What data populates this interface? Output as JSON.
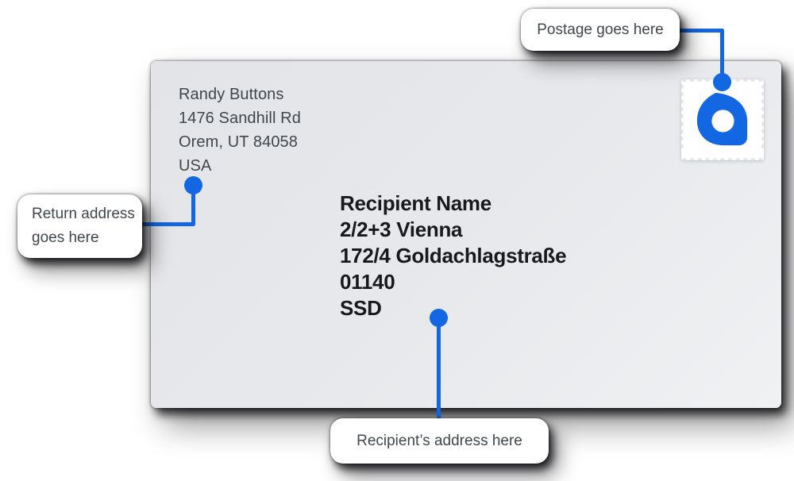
{
  "colors": {
    "accent": "#1467e2",
    "envelope_background": "#e6e8ea",
    "stamp_background": "#ffffff",
    "callout_background": "#ffffff",
    "text_regular": "#41464d",
    "text_bold": "#17191d",
    "page_background": "#ffffff"
  },
  "envelope": {
    "return_address": {
      "lines": [
        "Randy Buttons",
        "1476 Sandhill Rd",
        "Orem, UT 84058",
        "USA"
      ]
    },
    "recipient_address": {
      "lines": [
        "Recipient Name",
        "2/2+3 Vienna",
        "172/4 Goldachlagstraße",
        "01140",
        "SSD"
      ]
    },
    "stamp": {
      "icon": "brand-a-pin-logo",
      "logo_color": "#1467e2",
      "perforation_color": "#e4e6e9"
    }
  },
  "callouts": {
    "postage": {
      "label": "Postage goes here"
    },
    "return": {
      "label": "Return address goes here"
    },
    "recipient": {
      "label": "Recipient’s address here"
    }
  }
}
